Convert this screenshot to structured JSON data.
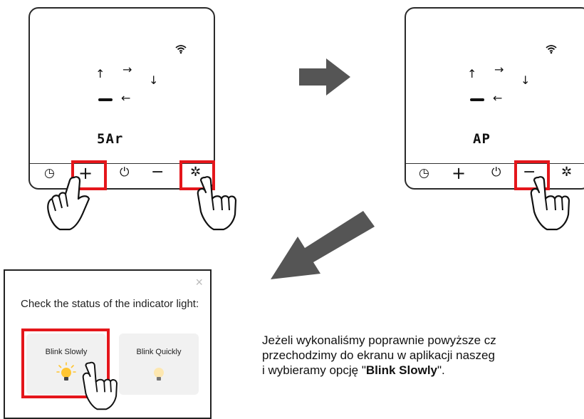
{
  "left_device": {
    "display_text": "5Ar",
    "buttons": {
      "clock": "◷",
      "plus": "+",
      "power": "⏻",
      "minus": "−",
      "light": "✲"
    }
  },
  "right_device": {
    "display_text": "AP",
    "buttons": {
      "clock": "◷",
      "plus": "+",
      "power": "⏻",
      "minus": "−",
      "light": "✲"
    }
  },
  "popup": {
    "title": "Check the status of the indicator light:",
    "close": "×",
    "option_slow": "Blink Slowly",
    "option_quick": "Blink Quickly"
  },
  "caption": {
    "line1": "Jeżeli wykonaliśmy poprawnie powyższe cz",
    "line2": "przechodzimy do ekranu w aplikacji naszeg",
    "line3_prefix": "i wybieramy opcję \"",
    "line3_bold": "Blink Slowly",
    "line3_suffix": "\"."
  },
  "colors": {
    "highlight": "#e4161b",
    "arrow": "#555555",
    "bulb_on": "#ffc531",
    "bulb_off": "#fde7b0"
  }
}
